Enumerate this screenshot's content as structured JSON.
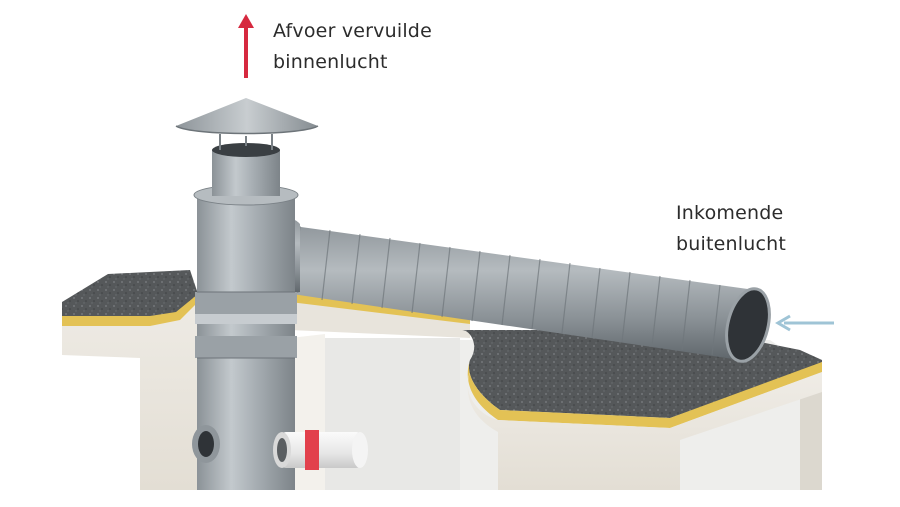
{
  "labels": {
    "exhaust": {
      "line1": "Afvoer vervuilde",
      "line2": "binnenlucht"
    },
    "intake": {
      "line1": "Inkomende",
      "line2": "buitenlucht"
    }
  },
  "arrows": {
    "exhaust": {
      "color": "#d6293f",
      "direction": "up"
    },
    "intake": {
      "color": "#9fc4d6",
      "direction": "left"
    }
  },
  "colors": {
    "roof_gravel": "#5b5e60",
    "insulation": "#e9c95a",
    "wall": "#ece8df",
    "galvanized": "#a9b0b5"
  }
}
